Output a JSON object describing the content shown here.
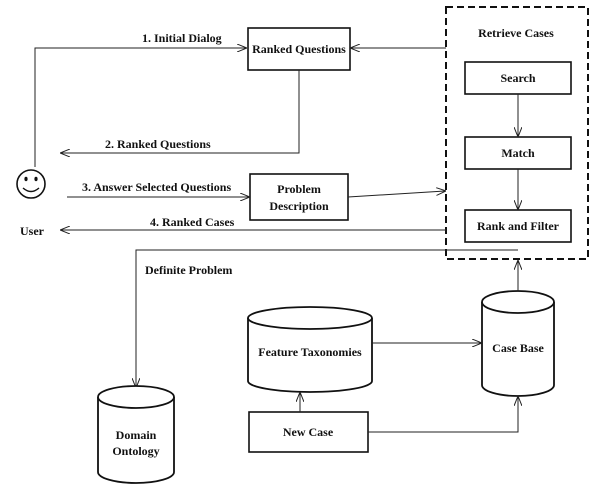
{
  "diagram": {
    "user": {
      "label": "User"
    },
    "boxes": {
      "ranked_questions": "Ranked Questions",
      "problem_description_line1": "Problem",
      "problem_description_line2": "Description",
      "new_case": "New Case"
    },
    "retrieve_group": {
      "title": "Retrieve Cases",
      "search": "Search",
      "match": "Match",
      "rank_filter": "Rank and Filter"
    },
    "databases": {
      "feature_taxonomies": "Feature Taxonomies",
      "case_base": "Case Base",
      "domain_line1": "Domain",
      "domain_line2": "Ontology"
    },
    "flows": {
      "initial_dialog": "1. Initial Dialog",
      "ranked_questions": "2. Ranked Questions",
      "answer_selected": "3. Answer Selected Questions",
      "ranked_cases": "4. Ranked Cases",
      "definite_problem": "Definite Problem"
    }
  }
}
